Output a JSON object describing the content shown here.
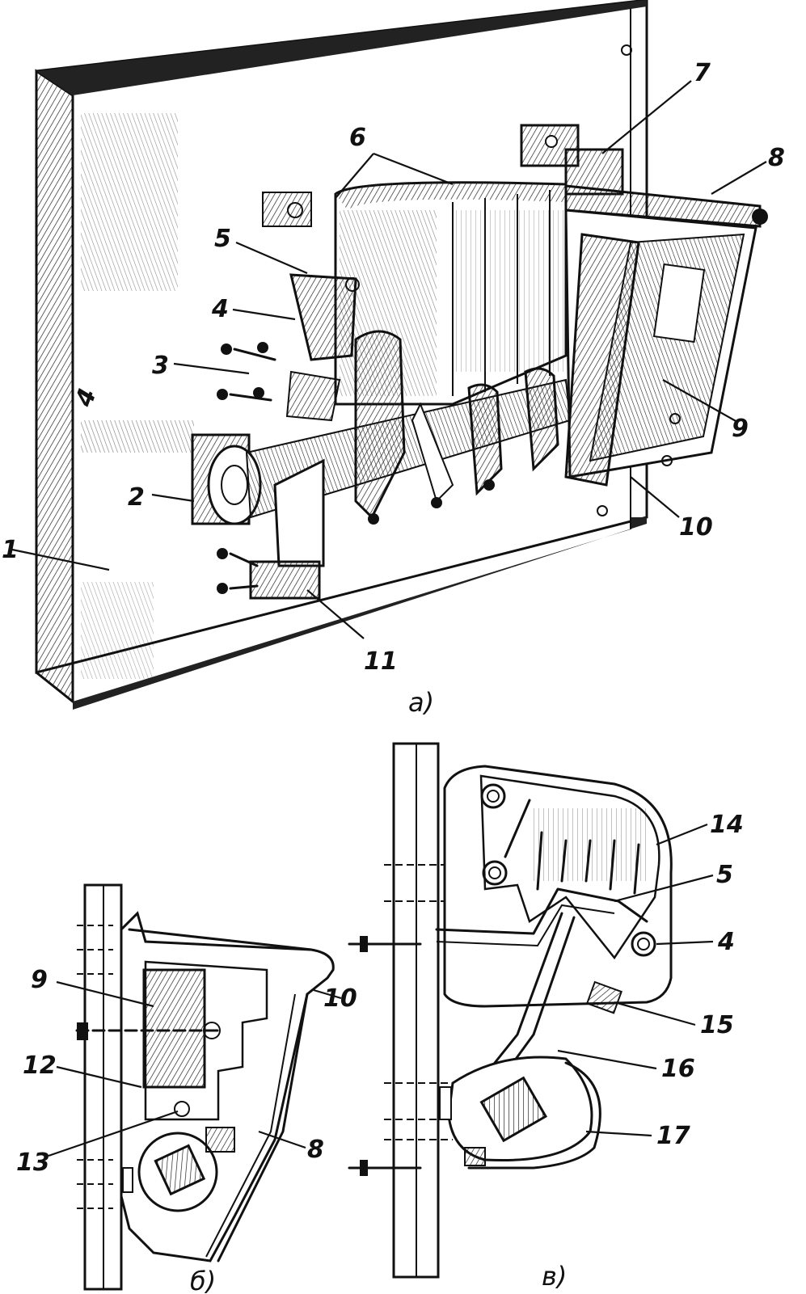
{
  "views": {
    "a": {
      "caption": "a)",
      "labels": [
        "1",
        "2",
        "3",
        "4",
        "5",
        "6",
        "7",
        "8",
        "9",
        "10",
        "11"
      ]
    },
    "b": {
      "caption": "б)",
      "labels": [
        "9",
        "10",
        "12",
        "13",
        "8"
      ]
    },
    "c": {
      "caption": "в)",
      "labels": [
        "14",
        "5",
        "4",
        "15",
        "16",
        "17"
      ]
    }
  },
  "plate_label": "4"
}
